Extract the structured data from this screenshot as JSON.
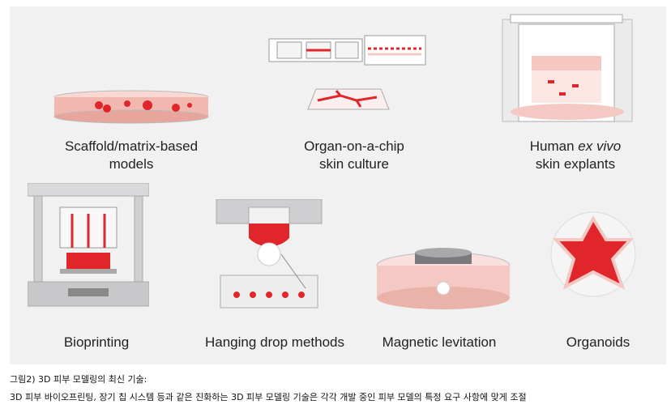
{
  "figure": {
    "items": [
      {
        "name": "scaffold",
        "line1": "Scaffold/matrix-based",
        "line2": "models"
      },
      {
        "name": "organ-chip",
        "line1": "Organ-on-a-chip",
        "line2": "skin culture"
      },
      {
        "name": "ex-vivo",
        "line1_prefix": "Human ",
        "line1_italic": "ex vivo",
        "line2": "skin explants"
      },
      {
        "name": "bioprinting",
        "line1": "Bioprinting"
      },
      {
        "name": "hanging-drop",
        "line1": "Hanging drop methods"
      },
      {
        "name": "magnetic",
        "line1": "Magnetic levitation"
      },
      {
        "name": "organoids",
        "line1": "Organoids"
      }
    ]
  },
  "caption": {
    "title": "그림2) 3D 피부 모델링의 최신 기술:",
    "body": "3D 피부 바이오프린팅, 장기 칩 시스템 등과 같은 진화하는 3D 피부 모델링 기술은 각각 개발 중인 피부 모델의 특정 요구 사항에 맞게 조절"
  },
  "colors": {
    "panel": "#f1f1f2",
    "red": "#e0262b",
    "pink": "#f4c9c4",
    "grey": "#c8c8ca"
  }
}
